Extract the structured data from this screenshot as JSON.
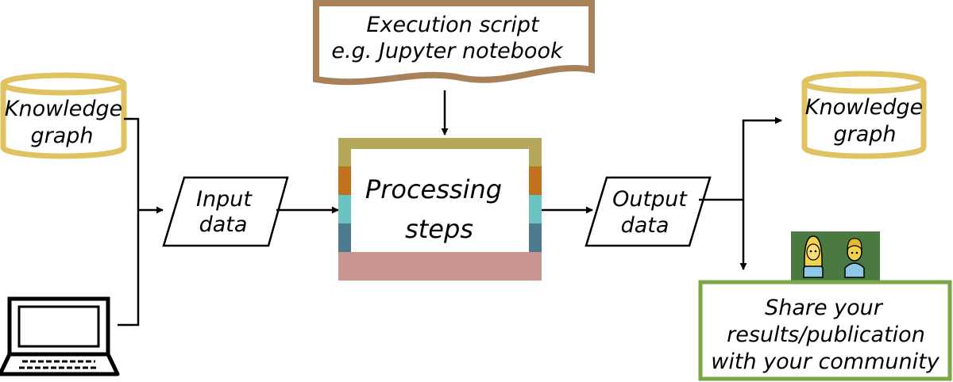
{
  "execution_script": {
    "line1": "Execution script",
    "line2": "e.g. Jupyter notebook"
  },
  "knowledge_graph_in": {
    "line1": "Knowledge",
    "line2": "graph"
  },
  "knowledge_graph_out": {
    "line1": "Knowledge",
    "line2": "graph"
  },
  "input_data": {
    "line1": "Input",
    "line2": "data"
  },
  "processing": {
    "line1": "Processing",
    "line2": "steps"
  },
  "output_data": {
    "line1": "Output",
    "line2": "data"
  },
  "share": {
    "line1": "Share your",
    "line2": "results/publication",
    "line3": "with your community"
  },
  "colors": {
    "cylinder": "#e0c360",
    "script_border": "#a8805a",
    "process_top": "#b6a85a",
    "process_orange": "#c0711d",
    "process_teal": "#6cc4c0",
    "process_slate": "#4e7a8e",
    "process_bottom": "#c89590",
    "share_border": "#7aa847",
    "community_bg": "#4a7a42",
    "person_skin": "#f2d24a",
    "person_shirt": "#8fc7e8"
  },
  "icons": [
    "laptop-icon",
    "woman-icon",
    "man-icon"
  ]
}
